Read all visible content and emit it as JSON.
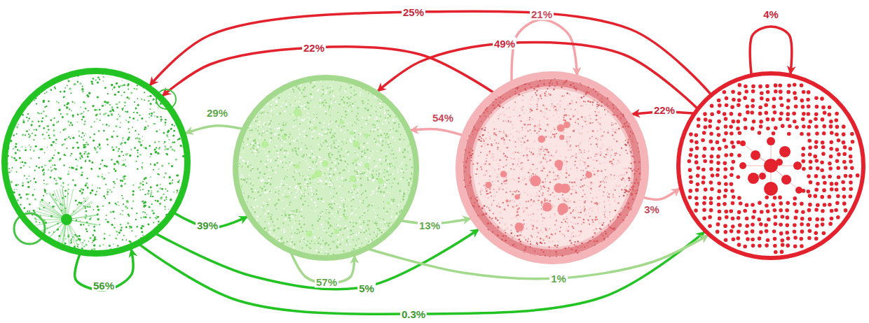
{
  "diagram": {
    "nodes": [
      {
        "text": []
      },
      {
        "text": []
      },
      {
        "text": []
      },
      {
        "text": []
      }
    ],
    "edges": [
      {
        "from": 0,
        "to": 0,
        "arrow": "to",
        "label": "56%"
      },
      {
        "from": 0,
        "to": 1,
        "arrow": "to",
        "label": "39%"
      },
      {
        "from": 0,
        "to": 2,
        "arrow": "to",
        "label": "5%"
      },
      {
        "from": 0,
        "to": 3,
        "arrow": "to",
        "label": "0.3%"
      },
      {
        "from": 1,
        "to": 0,
        "arrow": "to",
        "label": "29%"
      },
      {
        "from": 1,
        "to": 1,
        "arrow": "to",
        "label": "57%"
      },
      {
        "from": 1,
        "to": 2,
        "arrow": "to",
        "label": "13%"
      },
      {
        "from": 1,
        "to": 3,
        "arrow": "to",
        "label": "1%"
      },
      {
        "from": 2,
        "to": 0,
        "arrow": "to",
        "label": "22%"
      },
      {
        "from": 2,
        "to": 1,
        "arrow": "to",
        "label": "54%"
      },
      {
        "from": 2,
        "to": 2,
        "arrow": "to",
        "label": "21%"
      },
      {
        "from": 2,
        "to": 3,
        "arrow": "to",
        "label": "3%"
      },
      {
        "from": 3,
        "to": 0,
        "arrow": "to",
        "label": "25%"
      },
      {
        "from": 3,
        "to": 1,
        "arrow": "to",
        "label": "49%"
      },
      {
        "from": 3,
        "to": 2,
        "arrow": "to",
        "label": "22%"
      },
      {
        "from": 3,
        "to": 3,
        "arrow": "to",
        "label": "4%"
      }
    ]
  }
}
